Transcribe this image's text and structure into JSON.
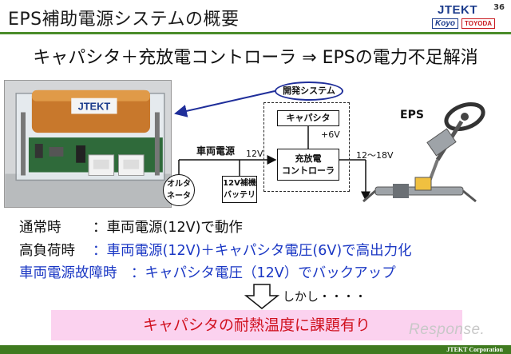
{
  "header": {
    "title": "EPS補助電源システムの概要",
    "page_number": "36",
    "logo_main": "JTEKT",
    "logo_koyo": "Koyo",
    "logo_toyoda": "TOYODA"
  },
  "subtitle": "キャパシタ＋充放電コントローラ ⇒ EPSの電力不足解消",
  "diagram": {
    "system_label": "開発システム",
    "capacitor": "キャパシタ",
    "capacitor_voltage": "+6V",
    "controller_line1": "充放電",
    "controller_line2": "コントローラ",
    "vehicle_power": "車両電源",
    "input_voltage": "12V",
    "output_voltage": "12～18V",
    "alternator_line1": "オルタ",
    "alternator_line2": "ネータ",
    "battery_line1": "12V補機",
    "battery_line2": "バッテリ",
    "eps_label": "EPS",
    "photo_logo": "JTEKT"
  },
  "status": {
    "normal_label": "通常時",
    "normal_text": "：車両電源(12V)で動作",
    "high_label": "高負荷時",
    "high_text": "：車両電源(12V)＋キャパシタ電圧(6V)で高出力化",
    "fault_label": "車両電源故障時",
    "fault_text": "：キャパシタ電圧（12V）でバックアップ"
  },
  "however": "しかし・・・・",
  "issue": "キャパシタの耐熱温度に課題有り",
  "watermark": "Response.",
  "footer": "JTEKT  Corporation"
}
